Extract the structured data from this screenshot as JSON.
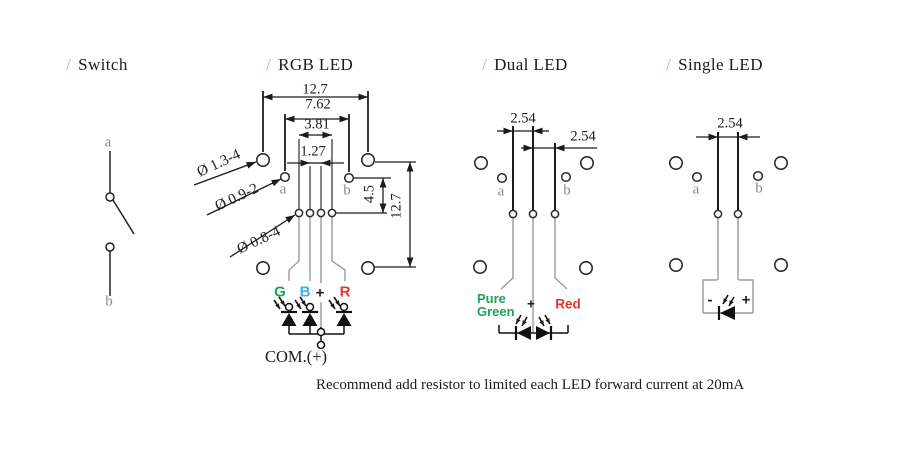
{
  "sections": {
    "switch": {
      "slash": "/",
      "title": "Switch",
      "pin_a": "a",
      "pin_b": "b"
    },
    "rgb_led": {
      "slash": "/",
      "title": "RGB LED",
      "pin_a": "a",
      "pin_b": "b",
      "dim_width_outer": "12.7",
      "dim_width_ab": "7.62",
      "dim_width_pins": "3.81",
      "dim_pitch": "1.27",
      "dim_pin_offset": "4.5",
      "dim_height_outer": "12.7",
      "hole_big": "Ø 1.3-4",
      "hole_ab": "Ø 0.9-2",
      "hole_pin": "Ø 0.8-4",
      "ch_green": "G",
      "ch_blue": "B",
      "ch_plus": "+",
      "ch_red": "R",
      "common": "COM.(+)"
    },
    "dual_led": {
      "slash": "/",
      "title": "Dual LED",
      "pin_a": "a",
      "pin_b": "b",
      "dim_left": "2.54",
      "dim_right": "2.54",
      "label_green_line1": "Pure",
      "label_green_line2": "Green",
      "label_plus": "+",
      "label_red": "Red"
    },
    "single_led": {
      "slash": "/",
      "title": "Single LED",
      "pin_a": "a",
      "pin_b": "b",
      "dim": "2.54",
      "label_minus": "-",
      "label_plus": "+"
    }
  },
  "note": "Recommend add resistor to limited each LED forward current at 20mA",
  "colors": {
    "accent_slash": "#ef9aa6",
    "green": "#1fa35a",
    "blue": "#3cb0e8",
    "red": "#e6352b",
    "line": "#1c1c1c",
    "gray_label": "#8a8a8a",
    "lead_gray": "#9a9a9a"
  }
}
